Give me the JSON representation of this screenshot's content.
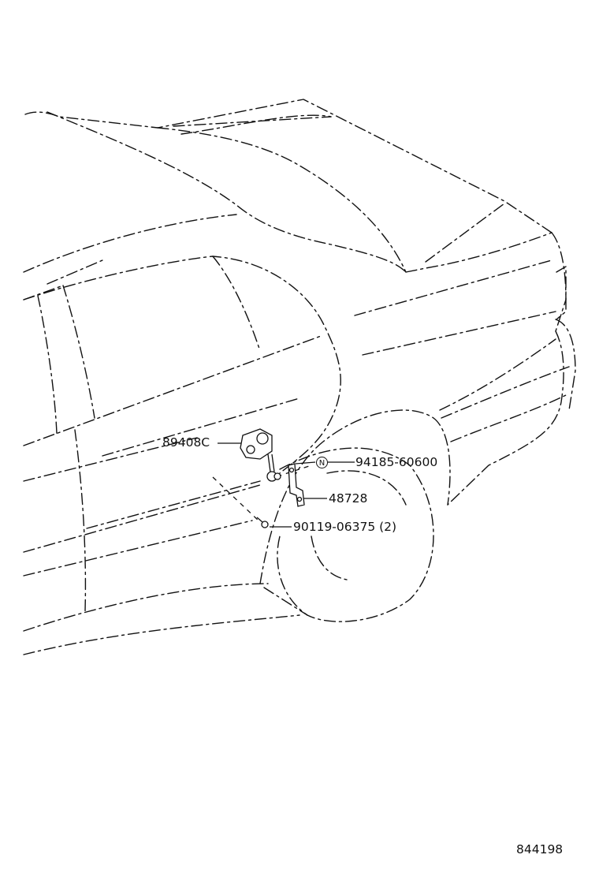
{
  "callouts": {
    "height_sensor": "89408C",
    "bolt_n": "94185-60600",
    "link": "48728",
    "screw": "90119-06375 (2)",
    "n_symbol": "N"
  },
  "illustration_id": "844198"
}
